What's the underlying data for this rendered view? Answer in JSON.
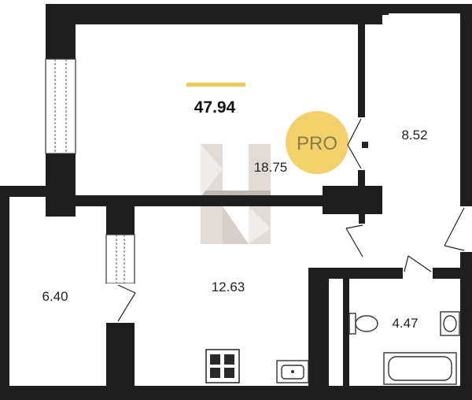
{
  "total_area": "47.94",
  "badge": {
    "label": "PRO",
    "color": "#f2d16b"
  },
  "accent_color": "#f0c75a",
  "rooms": {
    "living_room": "18.75",
    "bedroom": "8.52",
    "kitchen": "12.63",
    "hall": "6.40",
    "bathroom": "4.47"
  }
}
